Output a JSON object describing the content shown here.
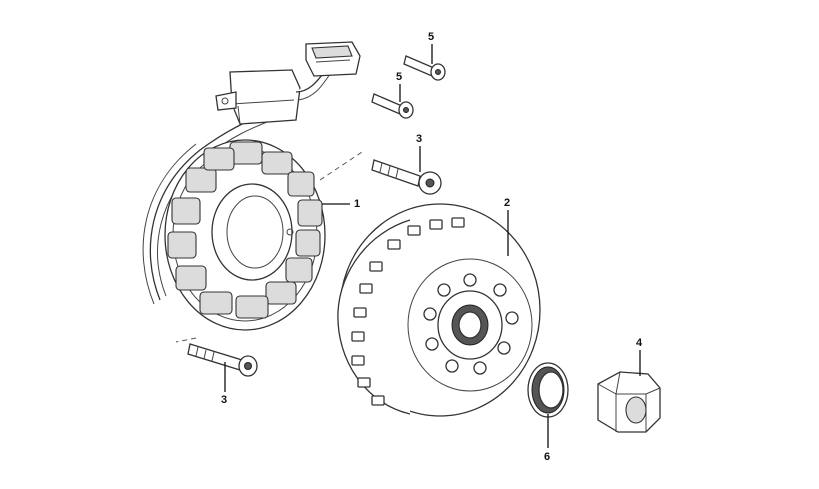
{
  "callouts": [
    {
      "id": "c1a",
      "label": "1"
    },
    {
      "id": "c2a",
      "label": "2"
    },
    {
      "id": "c3a",
      "label": "3"
    },
    {
      "id": "c3b",
      "label": "3"
    },
    {
      "id": "c4a",
      "label": "4"
    },
    {
      "id": "c5a",
      "label": "5"
    },
    {
      "id": "c5b",
      "label": "5"
    },
    {
      "id": "c6a",
      "label": "6"
    }
  ]
}
